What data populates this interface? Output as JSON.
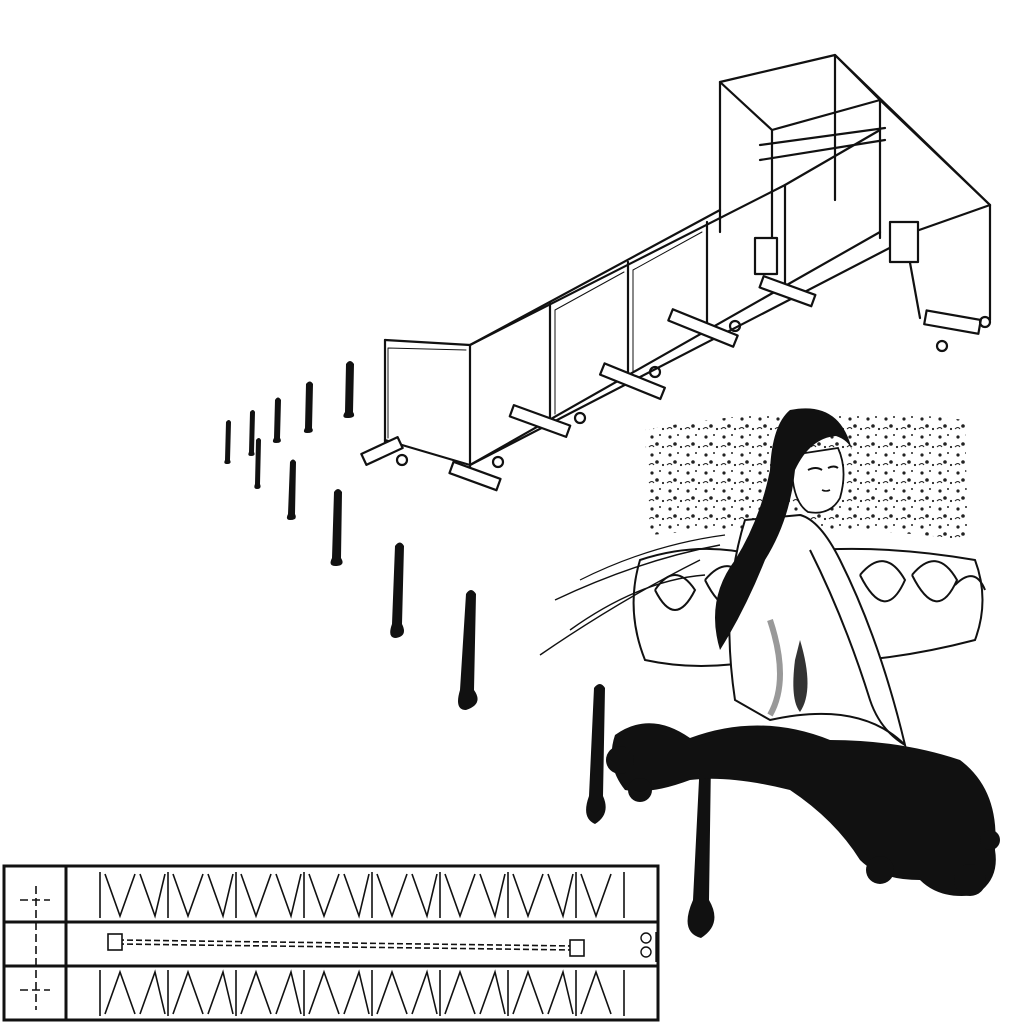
{
  "artwork": {
    "style": "black-and-white collage illustration",
    "colors": {
      "ink": "#111111",
      "paper": "#ffffff",
      "shade": "#bdbdbd"
    },
    "elements": [
      "tubular-frame-structure",
      "ink-drip-posts",
      "seated-woman-figure",
      "ornamental-scroll-backdrop",
      "floor-plan-drawing"
    ]
  }
}
